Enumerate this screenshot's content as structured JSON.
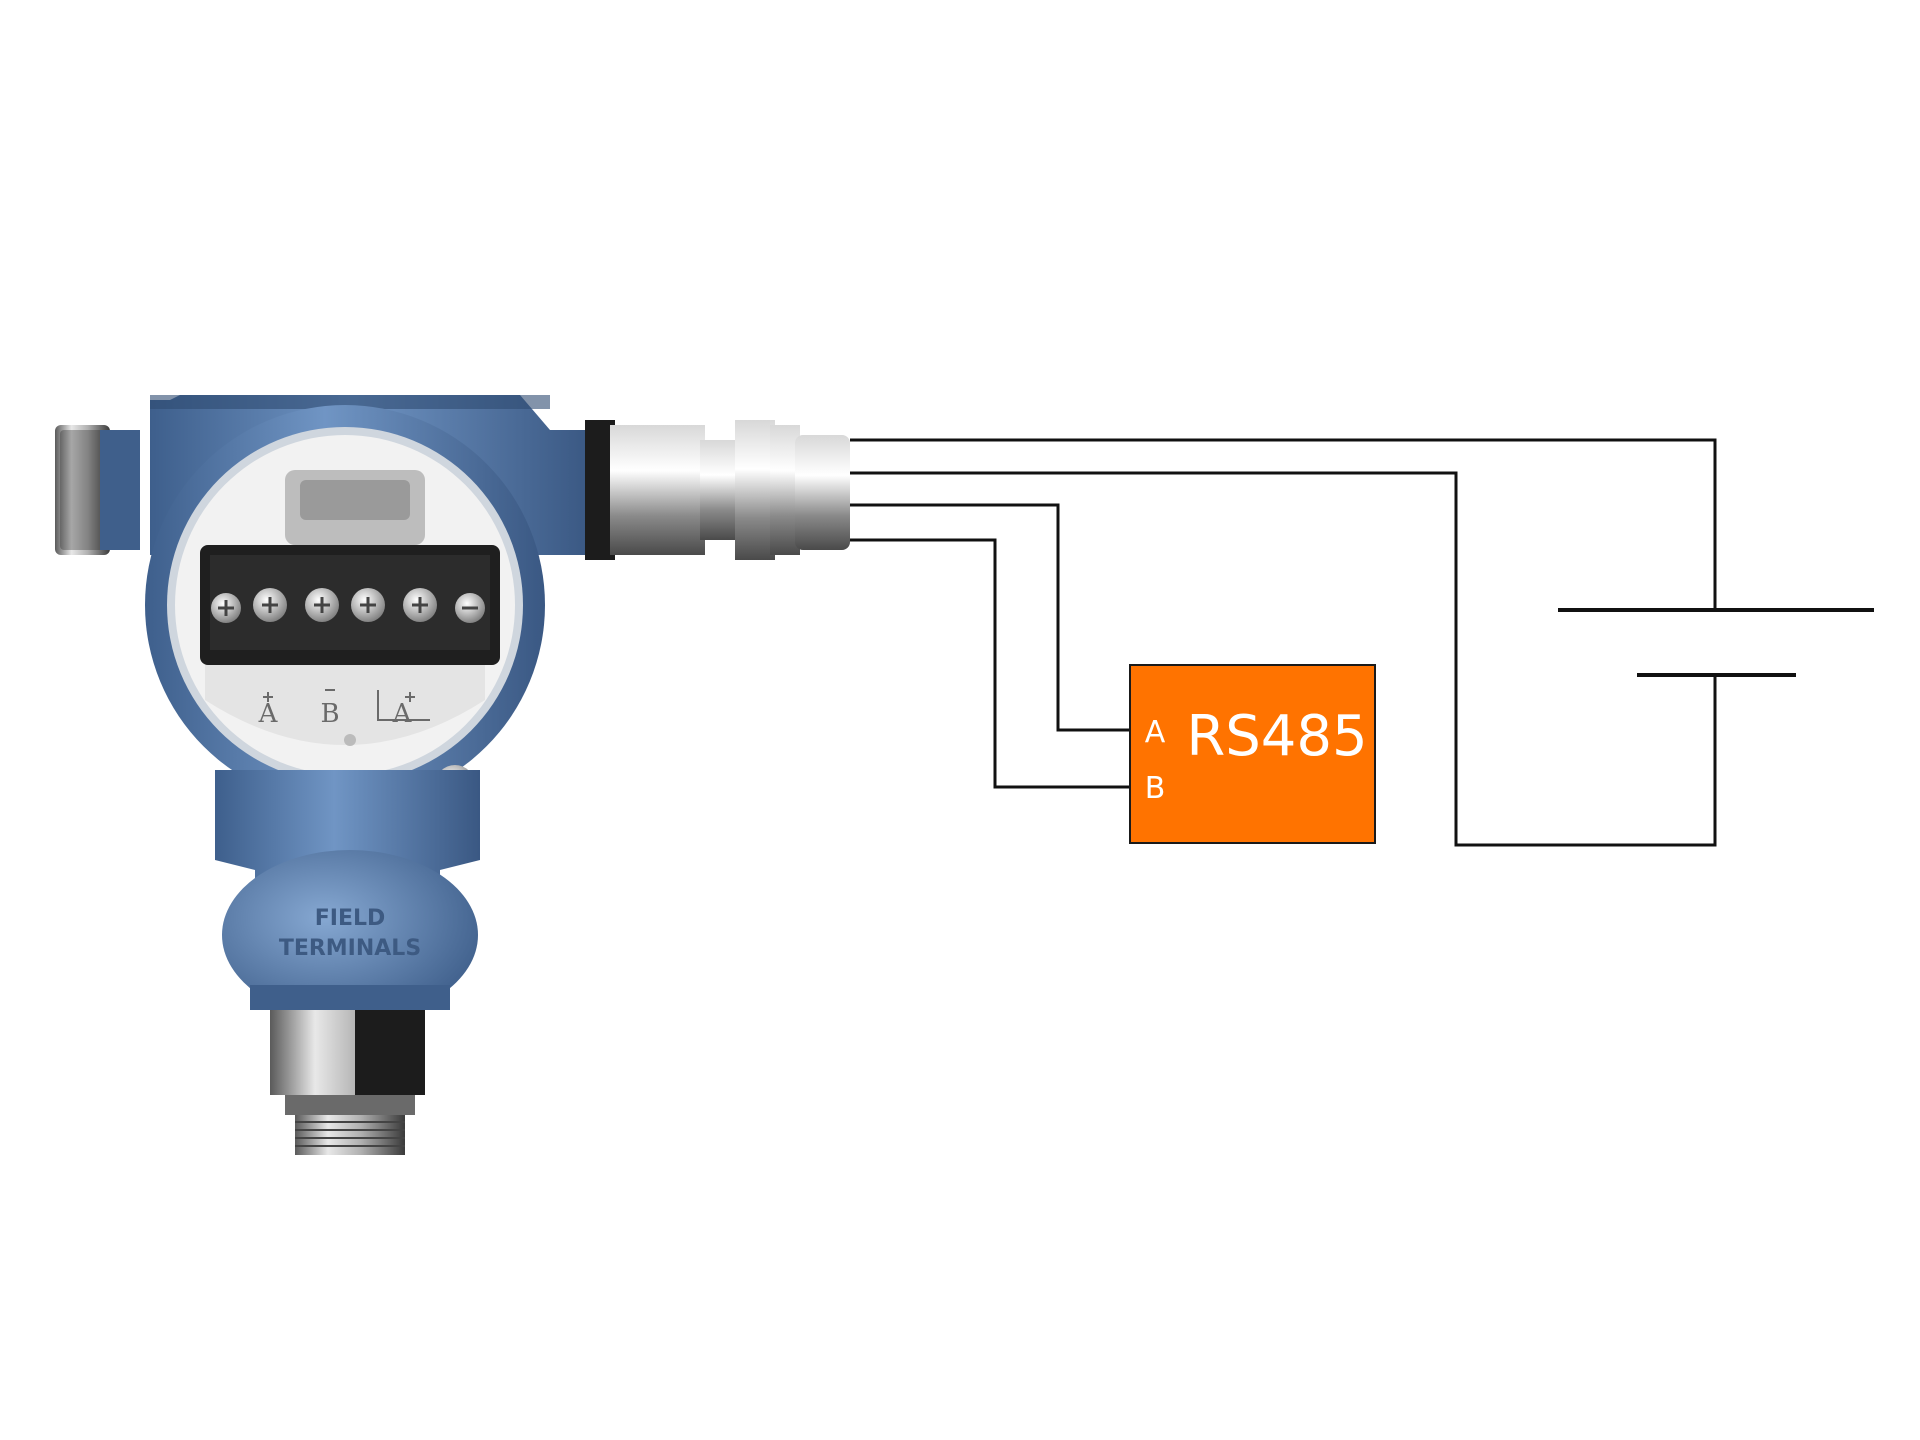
{
  "rs485_module": {
    "title": "RS485",
    "pin_a": "A",
    "pin_b": "B",
    "fill_color": "#ff7300"
  },
  "transmitter": {
    "body_color": "#5a7fae",
    "terminal_labels": [
      "A",
      "B",
      "A"
    ],
    "housing_text_line1": "FIELD",
    "housing_text_line2": "TERMINALS"
  },
  "power_supply": {
    "symbol": "battery"
  },
  "wire_color": "#111111"
}
